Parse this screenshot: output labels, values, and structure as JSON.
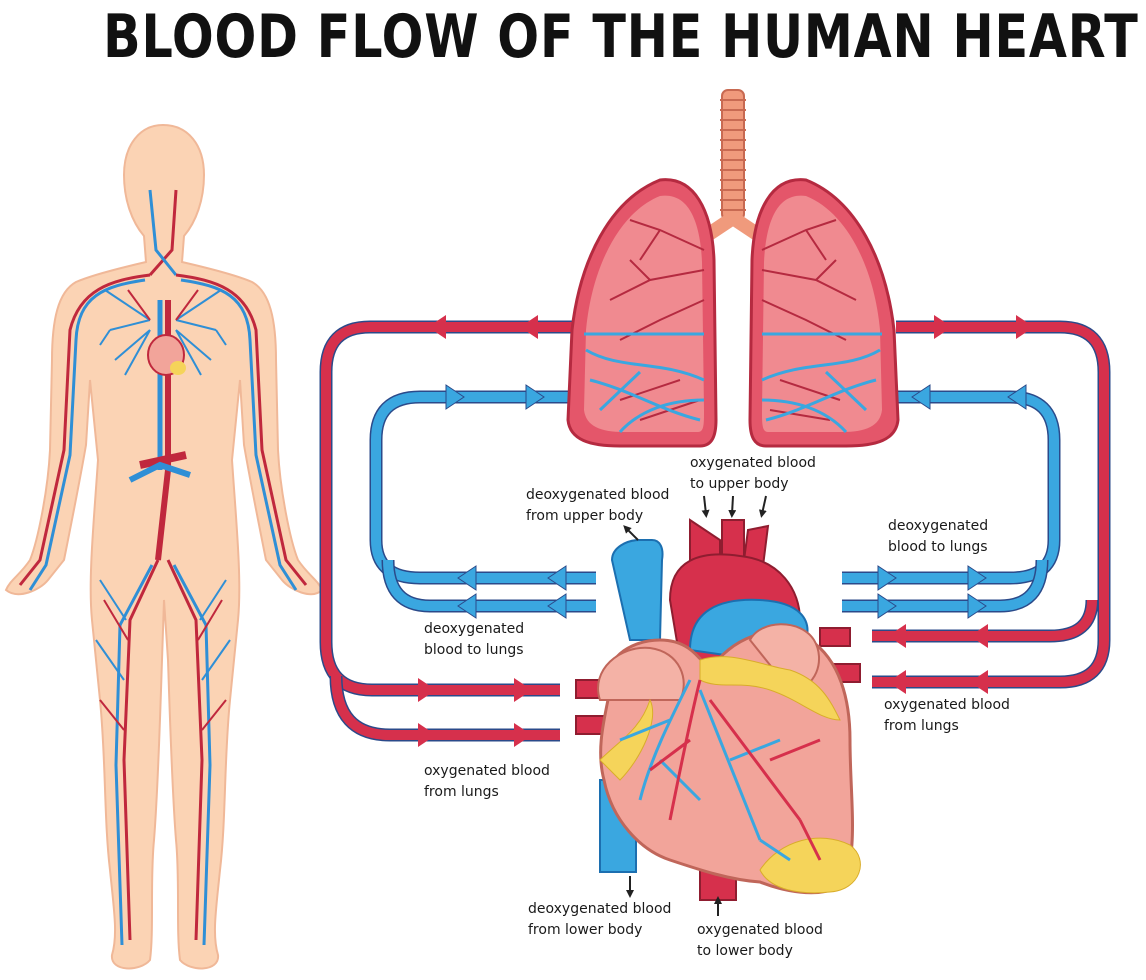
{
  "title": "BLOOD FLOW OF THE HUMAN HEART",
  "colors": {
    "oxygenated": "#d6304c",
    "deoxygenated": "#3aa7e0",
    "skin": "#fbd3b4",
    "lung": "#e4566a",
    "heart": "#f2a49a",
    "fat": "#f5d45a"
  },
  "labels": {
    "deoxy_upper": [
      "deoxygenated blood",
      "from upper body"
    ],
    "oxy_upper": [
      "oxygenated blood",
      "to upper body"
    ],
    "deoxy_lungs_right": [
      "deoxygenated",
      "blood to lungs"
    ],
    "deoxy_lungs_left": [
      "deoxygenated",
      "blood to lungs"
    ],
    "oxy_lungs_right": [
      "oxygenated blood",
      "from lungs"
    ],
    "oxy_lungs_left": [
      "oxygenated blood",
      "from lungs"
    ],
    "deoxy_lower": [
      "deoxygenated blood",
      "from lower body"
    ],
    "oxy_lower": [
      "oxygenated blood",
      "to lower body"
    ]
  }
}
